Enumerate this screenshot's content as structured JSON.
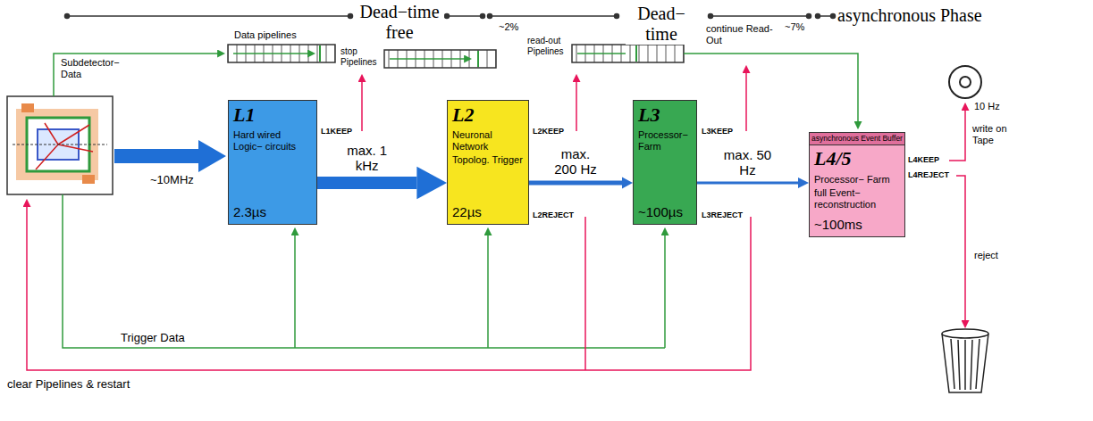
{
  "diagram": {
    "nodes": [
      {
        "text": [
          "L1",
          "Hard wired Logic− circuits",
          "2.3µs"
        ]
      },
      {
        "text": [
          "L2",
          "Neuronal Network",
          "Topolog. Trigger",
          "22µs"
        ]
      },
      {
        "text": [
          "L3",
          "Processor− Farm",
          "~100µs"
        ]
      },
      {
        "text": [
          "asynchronous Event Buffer",
          "L4/5",
          "Processor− Farm",
          "full Event− reconstruction",
          "~100ms"
        ]
      }
    ],
    "edges": [
      {
        "from": 0,
        "to": 1,
        "label": "max. 1 kHz",
        "arrow": "to"
      },
      {
        "from": 1,
        "to": 2,
        "label": "max. 200 Hz",
        "arrow": "to"
      },
      {
        "from": 2,
        "to": 3,
        "label": "max. 50 Hz",
        "arrow": "to"
      }
    ],
    "labels": [
      "Dead−time free",
      "Dead− time",
      "~2%",
      "~7%",
      "asynchronous Phase",
      "Subdetector− Data",
      "Data pipelines",
      "stop Pipelines",
      "read-out Pipelines",
      "continue Read-Out",
      "L1KEEP",
      "L2KEEP",
      "L2REJECT",
      "L3KEEP",
      "L3REJECT",
      "L4KEEP",
      "L4REJECT",
      "10 Hz",
      "write on Tape",
      "reject",
      "~10MHz",
      "Trigger Data",
      "clear Pipelines & restart"
    ]
  }
}
